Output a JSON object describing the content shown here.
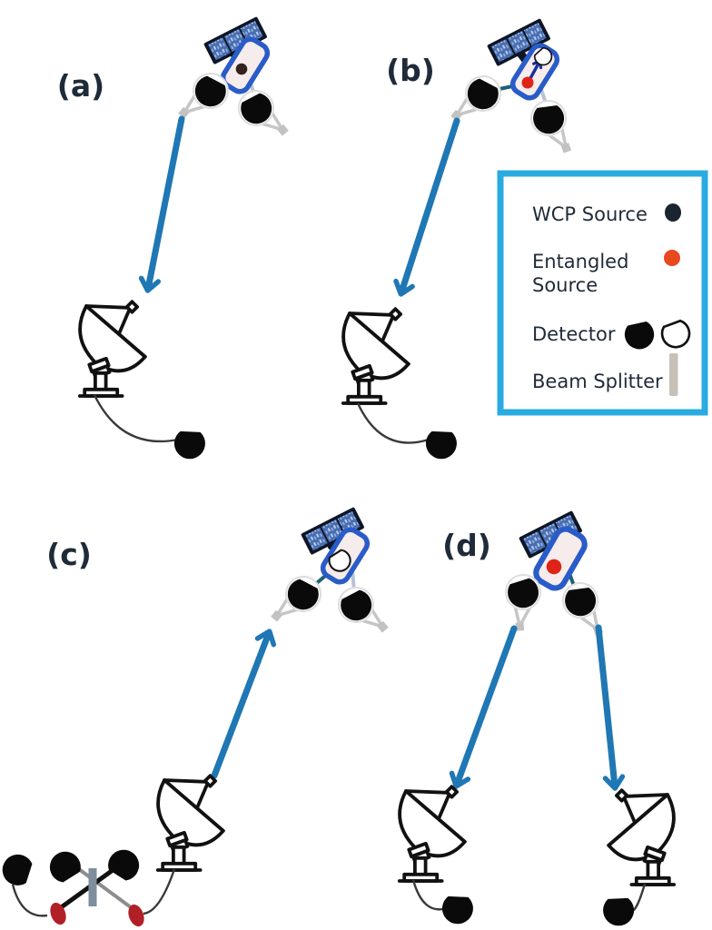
{
  "figure": {
    "title": "Satellite QKD configurations figure",
    "panels": [
      {
        "id": "a",
        "label": "(a)",
        "description": "Satellite with WCP source, downlink to one ground station"
      },
      {
        "id": "b",
        "label": "(b)",
        "description": "Satellite with entangled source and onboard detector, downlink to one ground station"
      },
      {
        "id": "c",
        "label": "(c)",
        "description": "Ground entangled source with beam splitter measurement, uplink to satellite detector"
      },
      {
        "id": "d",
        "label": "(d)",
        "description": "Satellite entangled source, dual downlinks to two ground stations"
      }
    ],
    "legend": {
      "items": [
        {
          "icon": "wcp-source-dot",
          "lines": [
            "WCP Source"
          ]
        },
        {
          "icon": "entangled-source-dot",
          "lines": [
            "Entangled",
            "Source"
          ]
        },
        {
          "icon": "detector-shapes",
          "lines": [
            "Detector"
          ]
        },
        {
          "icon": "beam-splitter-bar",
          "lines": [
            "Beam Splitter"
          ]
        }
      ]
    },
    "colors": {
      "arrow-blue": "#1f77b4",
      "navy-arrow": "#16309b",
      "legend-border": "#29abe2",
      "wcp-dot": "#1b2530",
      "entangled-dot": "#e8491f",
      "sat-red-dot": "#df2317",
      "wcp-body-dot": "#33221e",
      "bsm-red": "#b22027",
      "beam-splitter-legend": "#c6c0b8",
      "beam-splitter-bsm": "#7e8e9c",
      "sat-body-stroke": "#2a5cc8",
      "sat-body-fill": "#f6ecec",
      "panel-frame": "#0e1626",
      "link-teal": "#1f6075",
      "link-pale": "#b7c4d6",
      "text": "#1f2b38"
    }
  }
}
